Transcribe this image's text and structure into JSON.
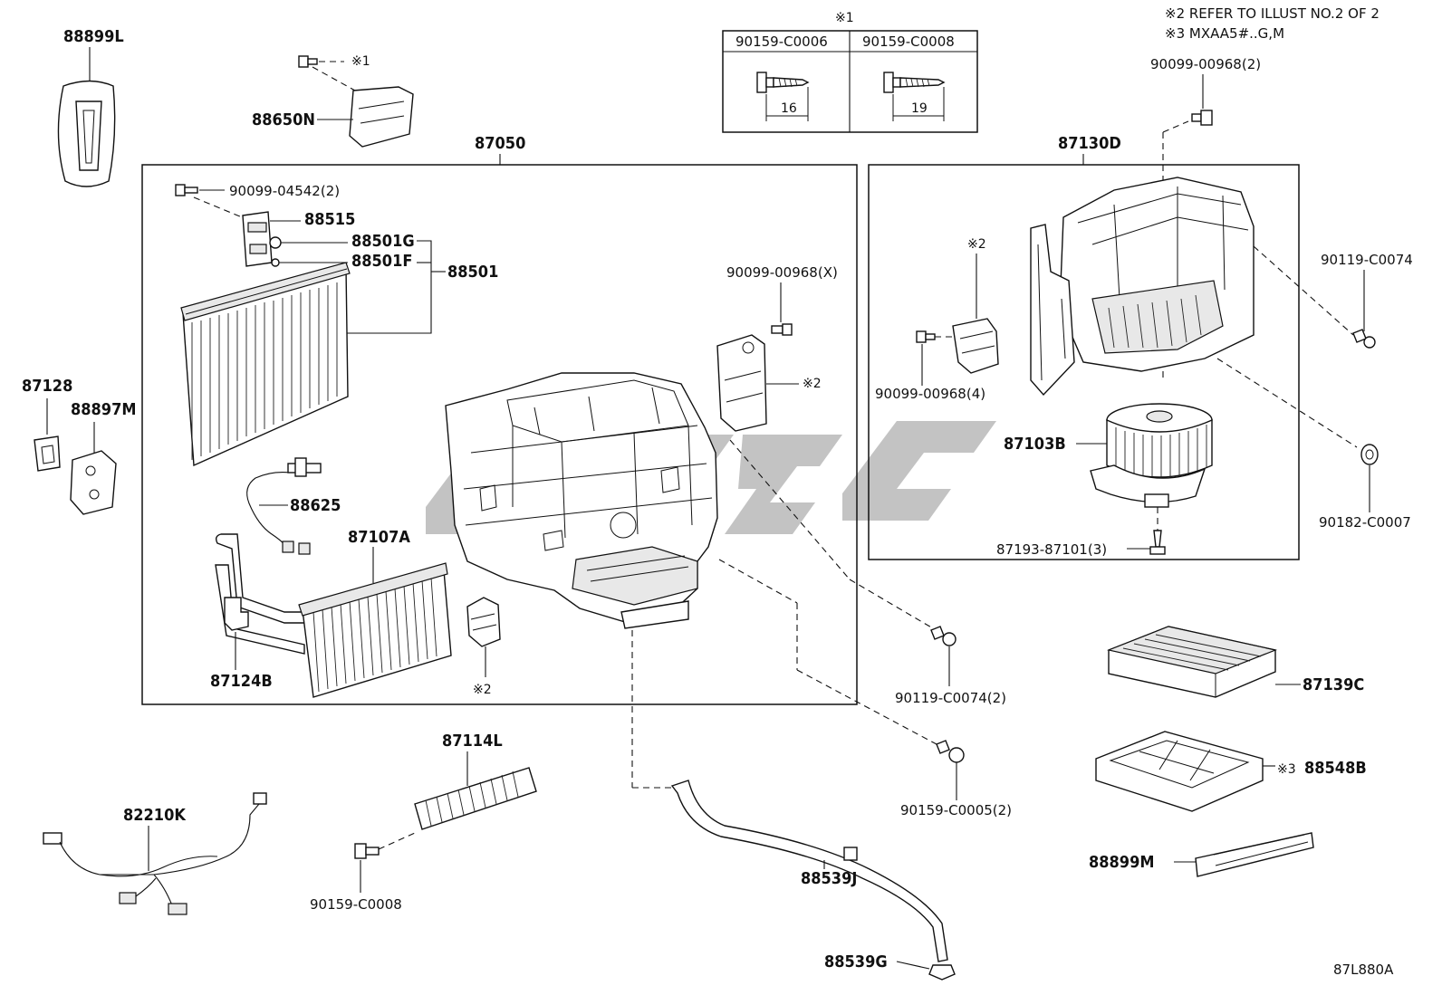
{
  "notes": {
    "note2": "※2 REFER TO ILLUST NO.2 OF 2",
    "note3": "※3 MXAA5#..G,M"
  },
  "screw_table": {
    "mark": "※1",
    "col1_part": "90159-C0006",
    "col2_part": "90159-C0008",
    "col1_length": "16",
    "col2_length": "19"
  },
  "labels": {
    "p88899L": "88899L",
    "p88650N": "88650N",
    "ref_88650N": "※1",
    "p87050": "87050",
    "p90099_04542": "90099-04542(2)",
    "p88515": "88515",
    "p88501G": "88501G",
    "p88501F": "88501F",
    "p88501": "88501",
    "p90099_00968X": "90099-00968(X)",
    "ref2_a": "※2",
    "p88625": "88625",
    "p87107A": "87107A",
    "p87124B": "87124B",
    "ref2_b": "※2",
    "p87128": "87128",
    "p88897M": "88897M",
    "p87130D": "87130D",
    "p90099_00968_2": "90099-00968(2)",
    "p90119_C0074": "90119-C0074",
    "ref2_c": "※2",
    "p90099_00968_4": "90099-00968(4)",
    "p87103B": "87103B",
    "p90182_C0007": "90182-C0007",
    "p87193_87101": "87193-87101(3)",
    "p90119_C0074_2": "90119-C0074(2)",
    "p90159_C0005": "90159-C0005(2)",
    "p87139C": "87139C",
    "ref3": "※3",
    "p88548B": "88548B",
    "p88899M": "88899M",
    "p87114L": "87114L",
    "p90159_C0008": "90159-C0008",
    "p82210K": "82210K",
    "p88539J": "88539J",
    "p88539G": "88539G",
    "diagram_id": "87L880A"
  }
}
